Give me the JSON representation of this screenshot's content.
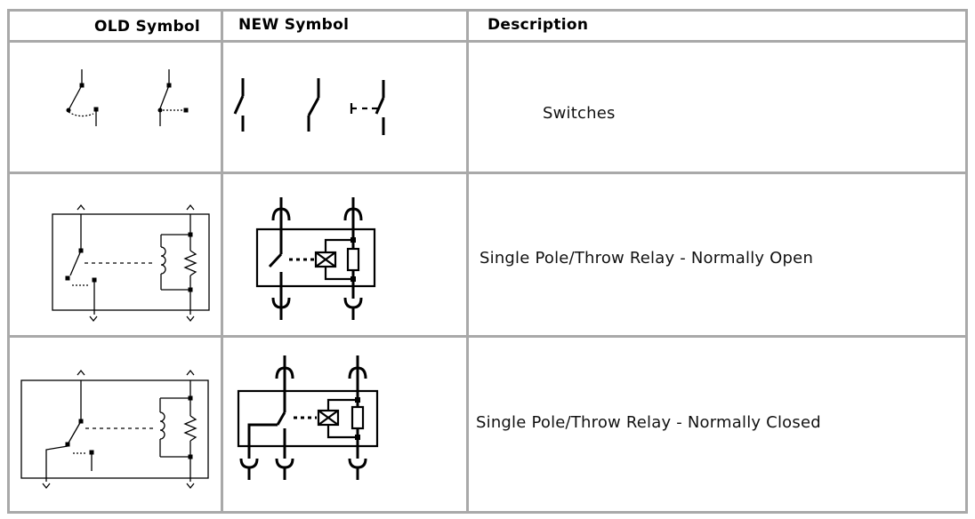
{
  "headers": {
    "old": "OLD Symbol",
    "new": "NEW Symbol",
    "description": "Description"
  },
  "rows": [
    {
      "description": "Switches"
    },
    {
      "description": "Single Pole/Throw Relay - Normally Open"
    },
    {
      "description": "Single Pole/Throw Relay - Normally Closed"
    }
  ]
}
